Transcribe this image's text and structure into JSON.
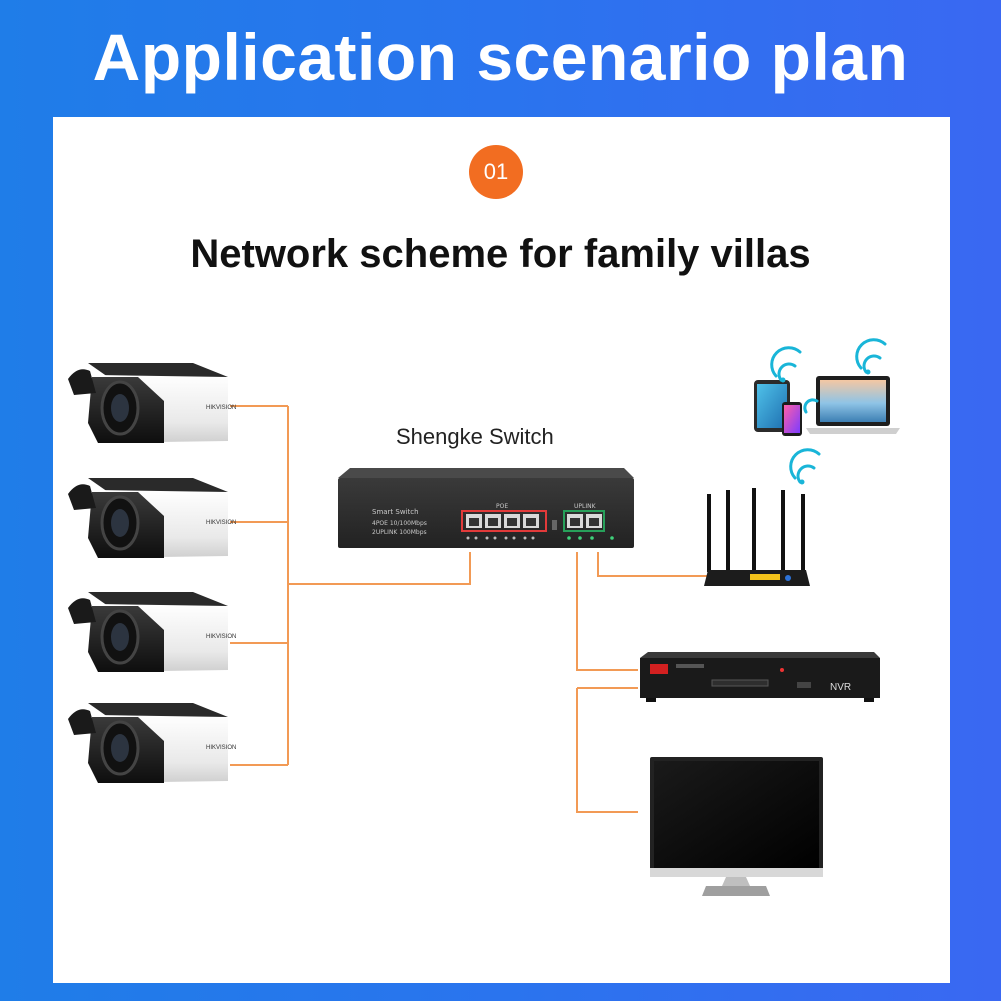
{
  "header": {
    "title": "Application scenario plan"
  },
  "section": {
    "step_number": "01",
    "title": "Network scheme for family villas"
  },
  "switch": {
    "label": "Shengke Switch",
    "face_title": "Smart Switch",
    "face_line1": "4POE 10/100Mbps",
    "face_line2": "2UPLINK 100Mbps",
    "poe_label": "POE",
    "uplink_label": "UPLINK"
  },
  "camera": {
    "brand": "HIKVISION"
  },
  "nvr": {
    "label": "NVR"
  },
  "colors": {
    "banner": "#2a74ee",
    "badge": "#f26d21",
    "cable": "#f29a55",
    "poe_ports": "#e23a3a",
    "uplink_ports": "#27a05a"
  }
}
